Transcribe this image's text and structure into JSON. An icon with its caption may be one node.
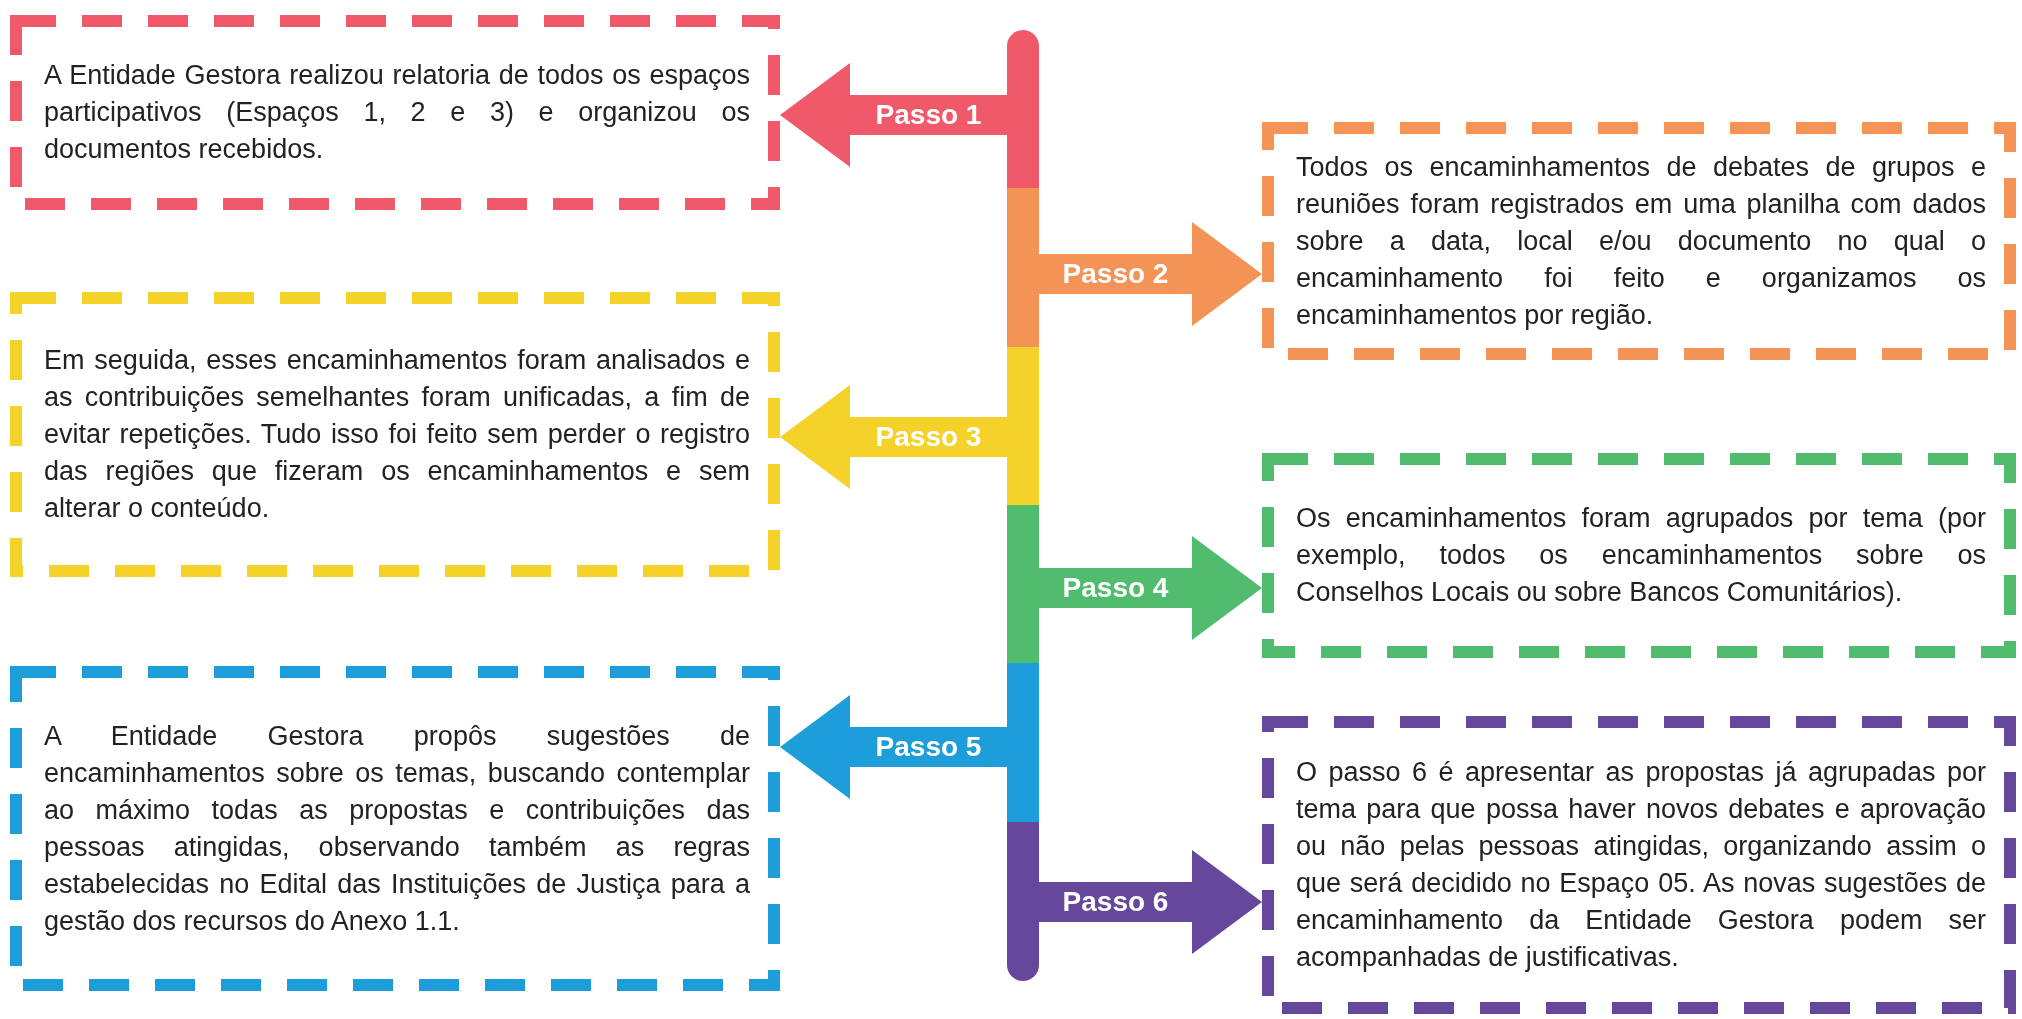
{
  "diagram": {
    "nodes": [
      {
        "text": [
          "A Entidade Gestora realizou relatoria de todos os espaços participativos (Espaços 1, 2 e 3) e organizou os documentos recebidos."
        ]
      },
      {
        "text": [
          "Todos os encaminhamentos de debates de grupos e reuniões foram registrados em uma planilha com dados sobre a data, local e/ou documento no qual o encaminhamento foi feito e organizamos os encaminhamentos por região."
        ]
      },
      {
        "text": [
          "Em seguida, esses encaminhamentos foram analisados e as contribuições semelhantes foram unificadas, a fim de evitar repetições. Tudo isso foi feito sem perder o registro das regiões que fizeram os encaminhamentos e sem alterar o conteúdo."
        ]
      },
      {
        "text": [
          "Os encaminhamentos foram agrupados por tema (por exemplo, todos os encaminhamentos sobre os Conselhos Locais ou sobre Bancos Comunitários)."
        ]
      },
      {
        "text": [
          "A Entidade Gestora propôs sugestões de encaminhamentos sobre os temas, buscando contemplar ao máximo todas as propostas e contribuições das pessoas atingidas, observando também as regras estabelecidas no Edital das Instituições de Justiça para a gestão dos recursos do Anexo 1.1."
        ]
      },
      {
        "text": [
          "O passo 6 é apresentar as propostas já agrupadas por tema para que possa haver novos debates e aprovação ou não pelas pessoas atingidas, organizando assim o que será decidido no Espaço 05. As novas sugestões de encaminhamento da Entidade Gestora podem ser acompanhadas de justificativas."
        ]
      },
      {
        "text": [],
        "shape": "bar"
      },
      {
        "text": [],
        "shape": "bar"
      },
      {
        "text": [],
        "shape": "bar"
      },
      {
        "text": [],
        "shape": "bar"
      },
      {
        "text": [],
        "shape": "bar"
      },
      {
        "text": [],
        "shape": "bar"
      }
    ],
    "edges": [
      {
        "from": 6,
        "to": 0,
        "arrow": "to",
        "label": "Passo 1",
        "color": "#f0596a"
      },
      {
        "from": 7,
        "to": 1,
        "arrow": "to",
        "label": "Passo 2",
        "color": "#f39356"
      },
      {
        "from": 8,
        "to": 2,
        "arrow": "to",
        "label": "Passo 3",
        "color": "#f5d22a"
      },
      {
        "from": 9,
        "to": 3,
        "arrow": "to",
        "label": "Passo 4",
        "color": "#52bc6e"
      },
      {
        "from": 10,
        "to": 4,
        "arrow": "to",
        "label": "Passo 5",
        "color": "#1e9ddb"
      },
      {
        "from": 11,
        "to": 5,
        "arrow": "to",
        "label": "Passo 6",
        "color": "#65479b"
      }
    ]
  }
}
